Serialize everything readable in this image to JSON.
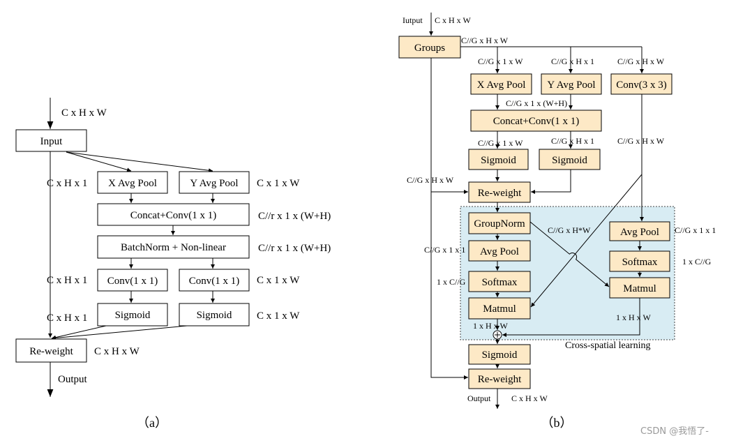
{
  "figure_a": {
    "input_shape": "C x H x W",
    "input": "Input",
    "x_avg_pool": "X Avg Pool",
    "y_avg_pool": "Y Avg Pool",
    "concat_conv": "Concat+Conv(1 x 1)",
    "batchnorm": "BatchNorm + Non-linear",
    "conv_h": "Conv(1 x 1)",
    "conv_w": "Conv(1 x 1)",
    "sigmoid_h": "Sigmoid",
    "sigmoid_w": "Sigmoid",
    "reweight": "Re-weight",
    "output": "Output",
    "shapes": {
      "pool_h": "C x H x 1",
      "pool_w": "C x 1 x W",
      "concat": "C//r x 1 x (W+H)",
      "batchnorm": "C//r x 1 x (W+H)",
      "conv_h": "C x H x 1",
      "conv_w": "C x 1 x W",
      "sigmoid_h": "C x H x 1",
      "sigmoid_w": "C x 1 x W",
      "reweight": "C x H x W"
    },
    "caption": "（a）"
  },
  "figure_b": {
    "input": "Iutput",
    "input_shape": "C x H x W",
    "groups": "Groups",
    "x_avg_pool": "X Avg Pool",
    "y_avg_pool": "Y Avg Pool",
    "conv3": "Conv(3 x 3)",
    "concat_conv": "Concat+Conv(1 x 1)",
    "sigmoid_w": "Sigmoid",
    "sigmoid_h": "Sigmoid",
    "reweight_1": "Re-weight",
    "groupnorm": "GroupNorm",
    "avg_pool_left": "Avg Pool",
    "softmax_left": "Softmax",
    "matmul_left": "Matmul",
    "avg_pool_right": "Avg Pool",
    "softmax_right": "Softmax",
    "matmul_right": "Matmul",
    "cross_spatial_label": "Cross-spatial learning",
    "sigmoid_out": "Sigmoid",
    "reweight_out": "Re-weight",
    "output": "Output",
    "shapes": {
      "groups": "C//G x H x W",
      "x_branch": "C//G x 1 x W",
      "y_branch": "C//G x H x 1",
      "conv_branch": "C//G x H x W",
      "concat": "C//G x 1 x (W+H)",
      "split_w": "C//G x 1 x W",
      "split_h": "C//G x H x 1",
      "conv_out": "C//G x H x W",
      "skip": "C//G x H x W",
      "groupnorm": "C//G x H*W",
      "avg_pool_left": "C//G x 1 x 1",
      "softmax_left": "1 x C//G",
      "avg_pool_right": "C//G x 1 x 1",
      "softmax_right": "1 x C//G",
      "matmul_left": "1 x H x W",
      "matmul_right": "1 x H x W",
      "output": "C x H x W"
    },
    "caption": "（b）"
  },
  "colors": {
    "box_fill": "#fde9c6",
    "cross_spatial_fill": "#d8ecf3"
  },
  "watermark": "CSDN @我悟了-"
}
